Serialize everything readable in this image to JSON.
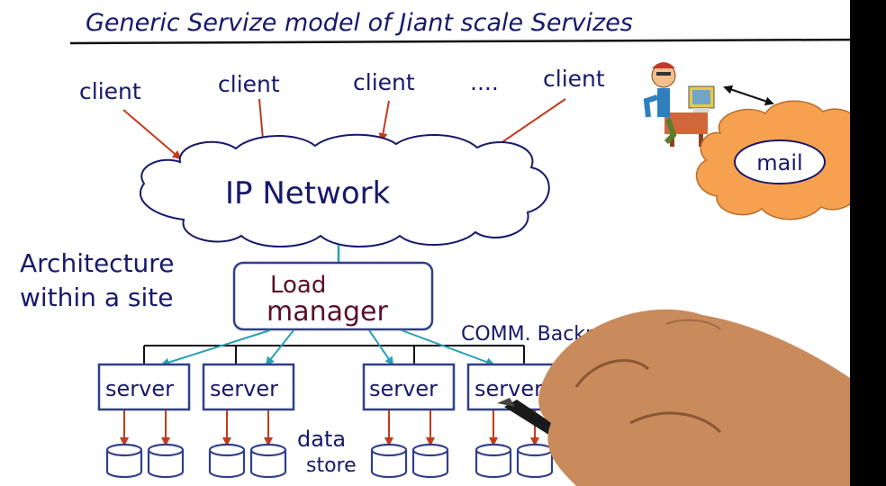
{
  "title": "Generic Servize model of Jiant scale Servizes",
  "clients": [
    "client",
    "client",
    "client",
    "client"
  ],
  "client_ellipsis": "....",
  "network_label": "IP Network",
  "mail_label": "mail",
  "architecture_label": [
    "Architecture",
    "within a site"
  ],
  "load_manager_label": [
    "Load",
    "manager"
  ],
  "backplane_label": "COMM. Backplane",
  "servers": [
    "server",
    "server",
    "server",
    "server"
  ],
  "data_store_label": [
    "data",
    "store"
  ],
  "colors": {
    "ink_blue": "#17186b",
    "box_blue": "#2f3f8c",
    "arrow_red": "#c23a1e",
    "arrow_teal": "#2aa0b4",
    "cloud_orange": "#f6a14f",
    "maroon": "#5a0e2a"
  }
}
